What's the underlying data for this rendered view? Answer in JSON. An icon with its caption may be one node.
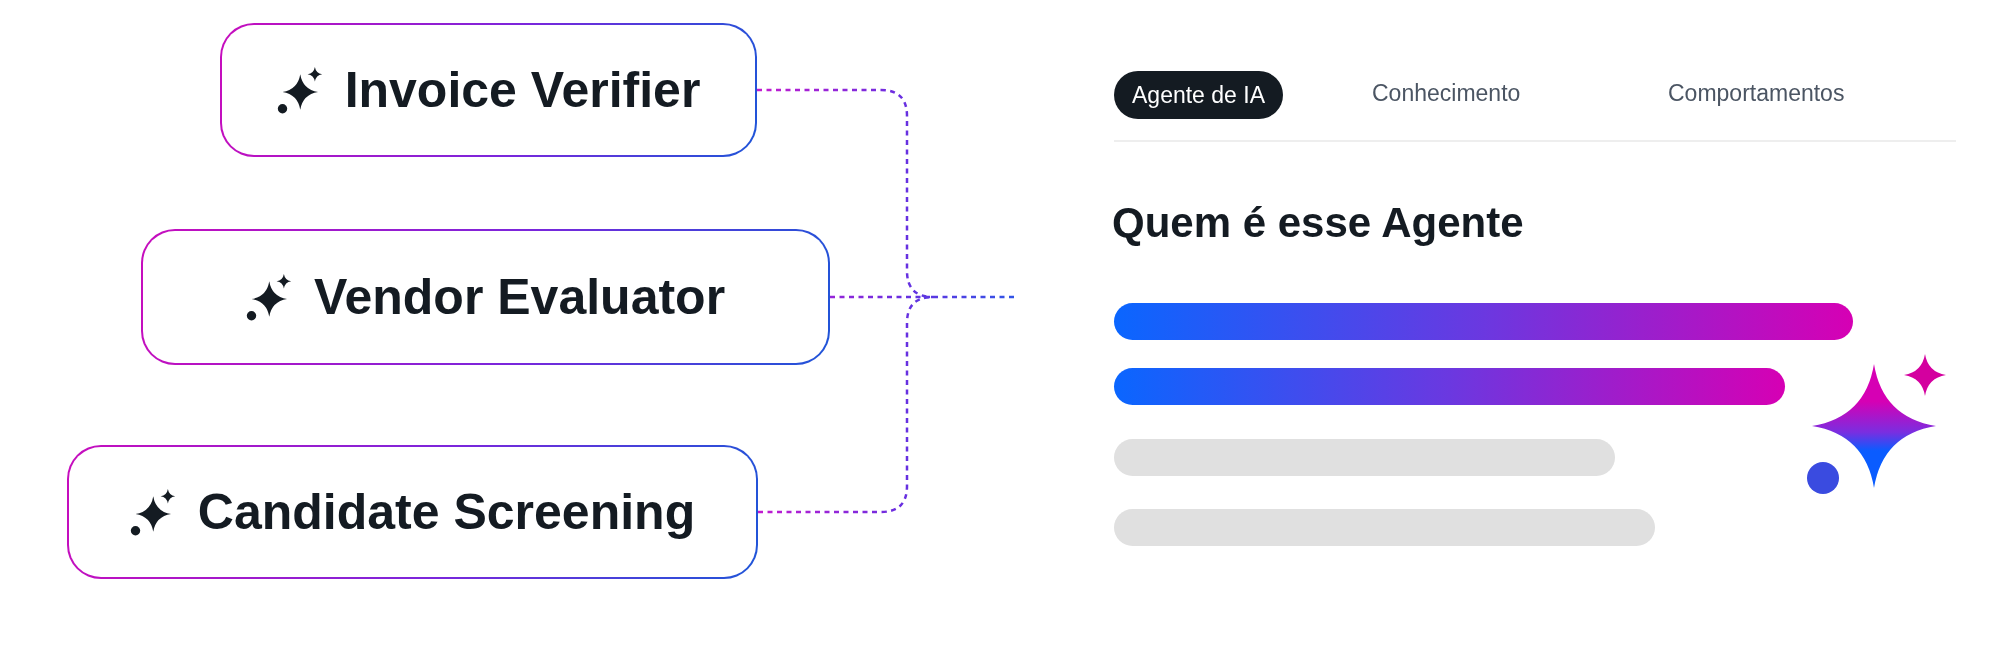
{
  "diagram": {
    "nodes": [
      {
        "text": [
          "Invoice Verifier"
        ]
      },
      {
        "text": [
          "Vendor Evaluator"
        ]
      },
      {
        "text": [
          "Candidate Screening"
        ]
      },
      {
        "text": [
          "Agente de IA"
        ]
      }
    ],
    "edges": [
      {
        "from": 0,
        "to": null,
        "arrow": "none",
        "style": "dashed"
      },
      {
        "from": 1,
        "to": null,
        "arrow": "none",
        "style": "dashed"
      },
      {
        "from": 2,
        "to": null,
        "arrow": "none",
        "style": "dashed"
      }
    ],
    "labels": [
      "Conhecimento",
      "Comportamentos",
      "Quem é esse Agente"
    ]
  }
}
